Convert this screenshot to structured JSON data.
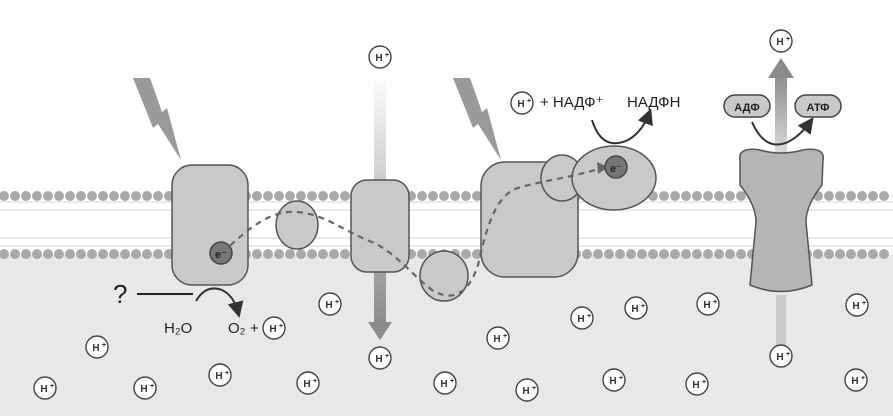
{
  "labels": {
    "proton": "H",
    "proton_charge": "+",
    "question_mark": "?",
    "water": "H₂O",
    "oxygen": "O₂",
    "plus": "+",
    "nadp": "+ НАДФ⁺",
    "nadph": "НАДФН",
    "adp": "АДФ",
    "atp": "АТФ",
    "electron": "e⁻"
  },
  "colors": {
    "stroma_background": "#ffffff",
    "lumen_background": "#e8e8e8",
    "membrane_head": "#a9a9a9",
    "protein_fill": "#c9c9c9",
    "protein_stroke": "#555555",
    "atp_synthase_fill": "#b5b5b5",
    "electron_fill": "#777777",
    "arrow": "#8c8c8c",
    "flow_line": "#666666",
    "lightning": "#9a9a9a"
  },
  "icons": [
    "lightning-bolt-icon",
    "proton-icon",
    "electron-icon",
    "arrow-icon"
  ]
}
